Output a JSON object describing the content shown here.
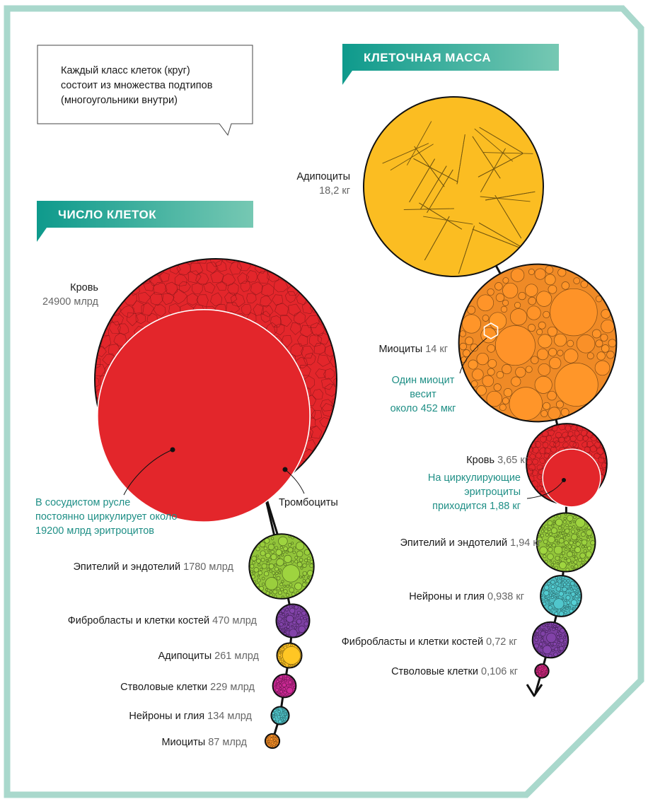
{
  "callout": {
    "lines": [
      "Каждый класс клеток (круг)",
      "состоит из множества подтипов",
      "(многоугольники внутри)"
    ]
  },
  "colors": {
    "frame": "#a9d8cc",
    "header_start": "#0e9a8c",
    "header_end": "#76c8b3",
    "note": "#1f8f86",
    "red": "#e3262b",
    "orange": "#ef8a26",
    "yellow": "#fbbd22",
    "green": "#92c43a",
    "purple": "#7b3fa0",
    "magenta": "#c2278e",
    "teal": "#4cbcc1",
    "stem_pink": "#c7267a"
  },
  "chart_data": [
    {
      "type": "bubble",
      "title": "ЧИСЛО КЛЕТОК",
      "unit": "млрд",
      "items": [
        {
          "name": "Кровь",
          "value": 24900,
          "value_text": "24900 млрд",
          "color": "#e3262b"
        },
        {
          "name": "Эпителий и эндотелий",
          "value": 1780,
          "value_text": "1780 млрд",
          "color": "#92c43a"
        },
        {
          "name": "Фибробласты и клетки костей",
          "value": 470,
          "value_text": "470 млрд",
          "color": "#7b3fa0"
        },
        {
          "name": "Адипоциты",
          "value": 261,
          "value_text": "261 млрд",
          "color": "#fbbd22"
        },
        {
          "name": "Стволовые клетки",
          "value": 229,
          "value_text": "229 млрд",
          "color": "#c2278e"
        },
        {
          "name": "Нейроны и глия",
          "value": 134,
          "value_text": "134 млрд",
          "color": "#4cbcc1"
        },
        {
          "name": "Миоциты",
          "value": 87,
          "value_text": "87 млрд",
          "color": "#ef8a26"
        }
      ],
      "annotations": [
        {
          "label": "Тромбоциты"
        },
        {
          "lines": [
            "В сосудистом русле",
            "постоянно циркулирует около",
            "19200 млрд эритроцитов"
          ],
          "value": 19200
        }
      ]
    },
    {
      "type": "bubble",
      "title": "КЛЕТОЧНАЯ МАССА",
      "unit": "кг",
      "items": [
        {
          "name": "Адипоциты",
          "value": 18.2,
          "value_text": "18,2 кг",
          "color": "#fbbd22"
        },
        {
          "name": "Миоциты",
          "value": 14,
          "value_text": "14 кг",
          "color": "#ef8a26"
        },
        {
          "name": "Кровь",
          "value": 3.65,
          "value_text": "3,65 кг",
          "color": "#e3262b"
        },
        {
          "name": "Эпителий и эндотелий",
          "value": 1.94,
          "value_text": "1,94 кг",
          "color": "#92c43a"
        },
        {
          "name": "Нейроны и глия",
          "value": 0.938,
          "value_text": "0,938 кг",
          "color": "#4cbcc1"
        },
        {
          "name": "Фибробласты и клетки костей",
          "value": 0.72,
          "value_text": "0,72 кг",
          "color": "#7b3fa0"
        },
        {
          "name": "Стволовые клетки",
          "value": 0.106,
          "value_text": "0,106 кг",
          "color": "#c7267a"
        }
      ],
      "annotations": [
        {
          "lines": [
            "Один миоцит",
            "весит",
            "около 452 мкг"
          ]
        },
        {
          "lines": [
            "На циркулирующие",
            "эритроциты",
            "приходится 1,88 кг"
          ],
          "value": 1.88
        }
      ]
    }
  ]
}
